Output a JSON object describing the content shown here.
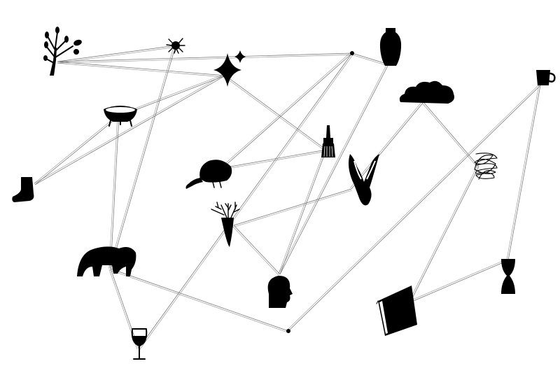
{
  "diagram": {
    "background": "#ffffff",
    "ink_color": "#000000",
    "line_color": "#6e6e6e",
    "nodes": [
      {
        "id": "tree",
        "icon": "bare-tree-icon"
      },
      {
        "id": "spider",
        "icon": "spider-icon"
      },
      {
        "id": "sparkle",
        "icon": "sparkle-star-icon"
      },
      {
        "id": "dot-top",
        "icon": "dot-icon"
      },
      {
        "id": "vase",
        "icon": "vase-icon"
      },
      {
        "id": "bowl",
        "icon": "bowl-icon"
      },
      {
        "id": "boot",
        "icon": "boot-icon"
      },
      {
        "id": "brush",
        "icon": "brush-icon"
      },
      {
        "id": "turkey",
        "icon": "roast-turkey-icon"
      },
      {
        "id": "ears",
        "icon": "rabbit-ears-icon"
      },
      {
        "id": "cloud",
        "icon": "cloud-icon"
      },
      {
        "id": "scribble",
        "icon": "scribble-icon"
      },
      {
        "id": "mug",
        "icon": "mug-icon"
      },
      {
        "id": "carrot",
        "icon": "carrot-icon"
      },
      {
        "id": "elephant",
        "icon": "elephant-icon"
      },
      {
        "id": "head",
        "icon": "head-silhouette-icon"
      },
      {
        "id": "hourglass",
        "icon": "hourglass-icon"
      },
      {
        "id": "book",
        "icon": "book-icon"
      },
      {
        "id": "wineglass",
        "icon": "wine-glass-icon"
      },
      {
        "id": "dot-bottom",
        "icon": "dot-icon"
      }
    ],
    "edges": [
      [
        "tree",
        "spider"
      ],
      [
        "tree",
        "sparkle"
      ],
      [
        "tree",
        "dot-top"
      ],
      [
        "dot-top",
        "vase"
      ],
      [
        "dot-top",
        "turkey"
      ],
      [
        "sparkle",
        "bowl"
      ],
      [
        "sparkle",
        "boot"
      ],
      [
        "sparkle",
        "brush"
      ],
      [
        "spider",
        "elephant"
      ],
      [
        "bowl",
        "boot"
      ],
      [
        "bowl",
        "elephant"
      ],
      [
        "turkey",
        "brush"
      ],
      [
        "vase",
        "head"
      ],
      [
        "brush",
        "head"
      ],
      [
        "carrot",
        "ears"
      ],
      [
        "carrot",
        "head"
      ],
      [
        "cloud",
        "scribble"
      ],
      [
        "cloud",
        "ears"
      ],
      [
        "mug",
        "dot-bottom"
      ],
      [
        "mug",
        "hourglass"
      ],
      [
        "scribble",
        "book"
      ],
      [
        "hourglass",
        "book"
      ],
      [
        "elephant",
        "wineglass"
      ],
      [
        "elephant",
        "dot-bottom"
      ],
      [
        "wineglass",
        "dot-top"
      ]
    ]
  }
}
